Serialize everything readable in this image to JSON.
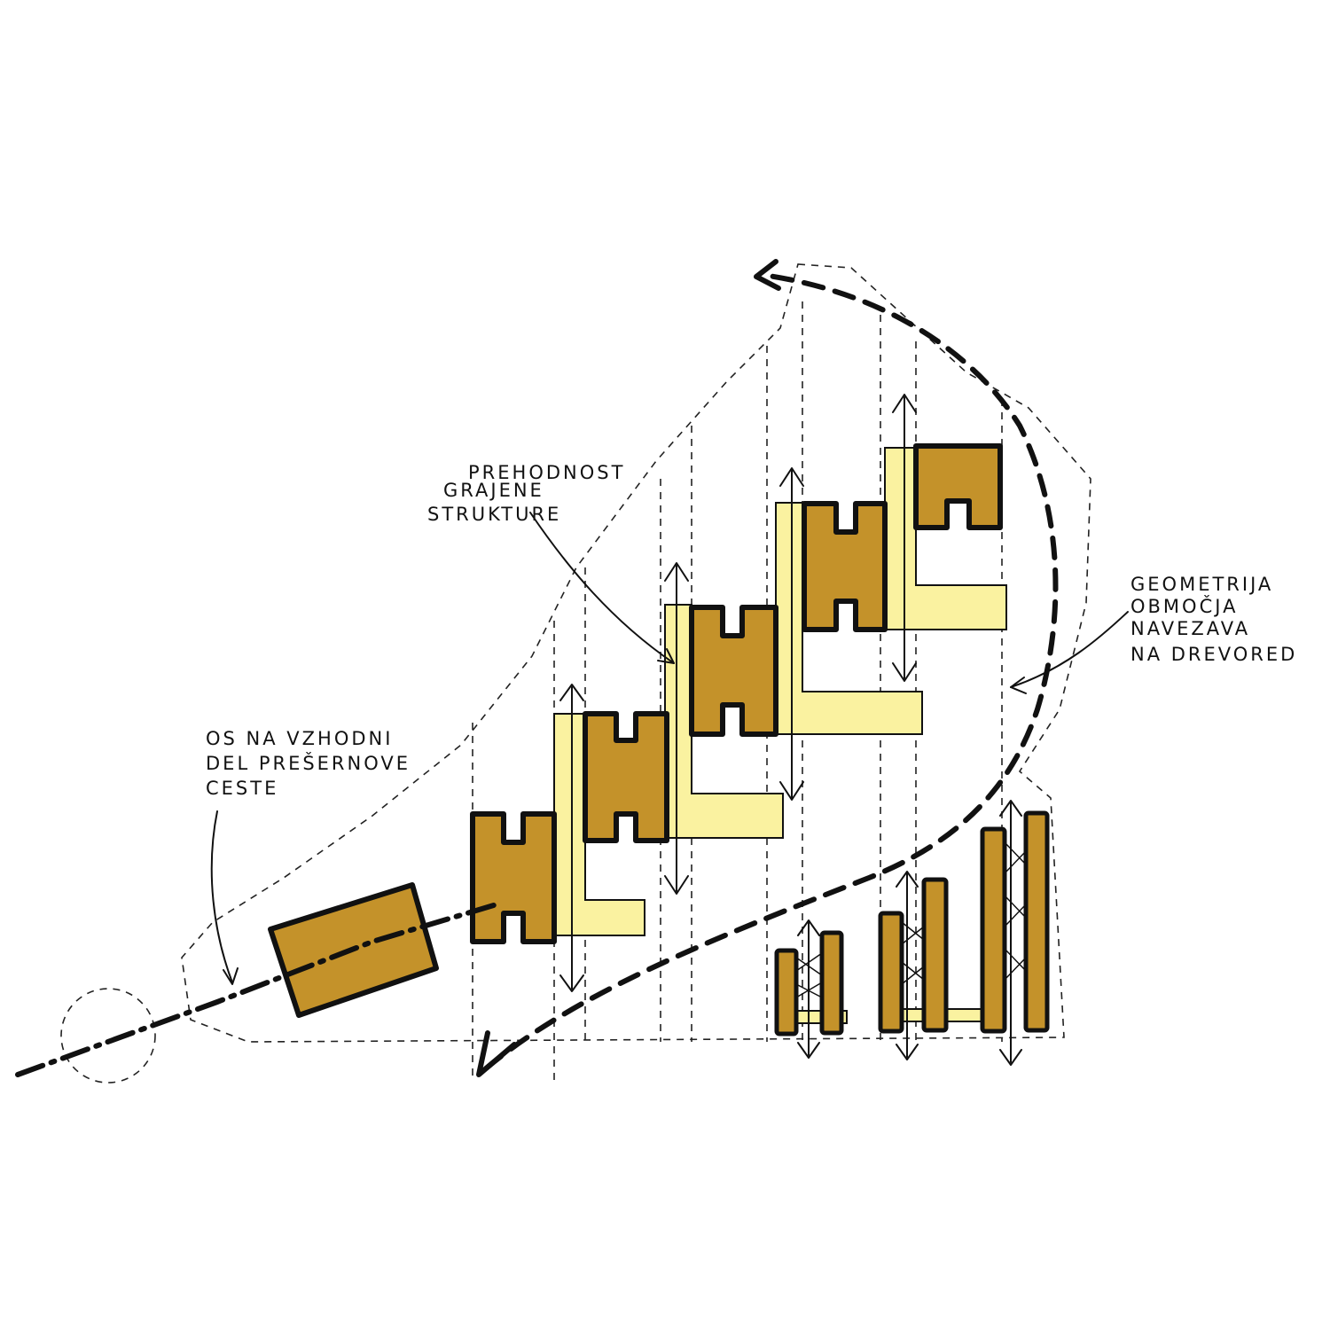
{
  "colors": {
    "building_fill": "#C4922A",
    "courtyard_fill": "#FAF2A0",
    "ink": "#111111",
    "background": "#FFFFFF"
  },
  "annotations": {
    "permeability": [
      "PREHODNOST",
      "GRAJENE",
      "STRUKTURE"
    ],
    "geometry": [
      "GEOMETRIJA",
      "OBMOČJA",
      "NAVEZAVA",
      "NA DREVORED"
    ],
    "axis": [
      "OS NA VZHODNI",
      "DEL PREŠERNOVE",
      "CESTE"
    ]
  }
}
